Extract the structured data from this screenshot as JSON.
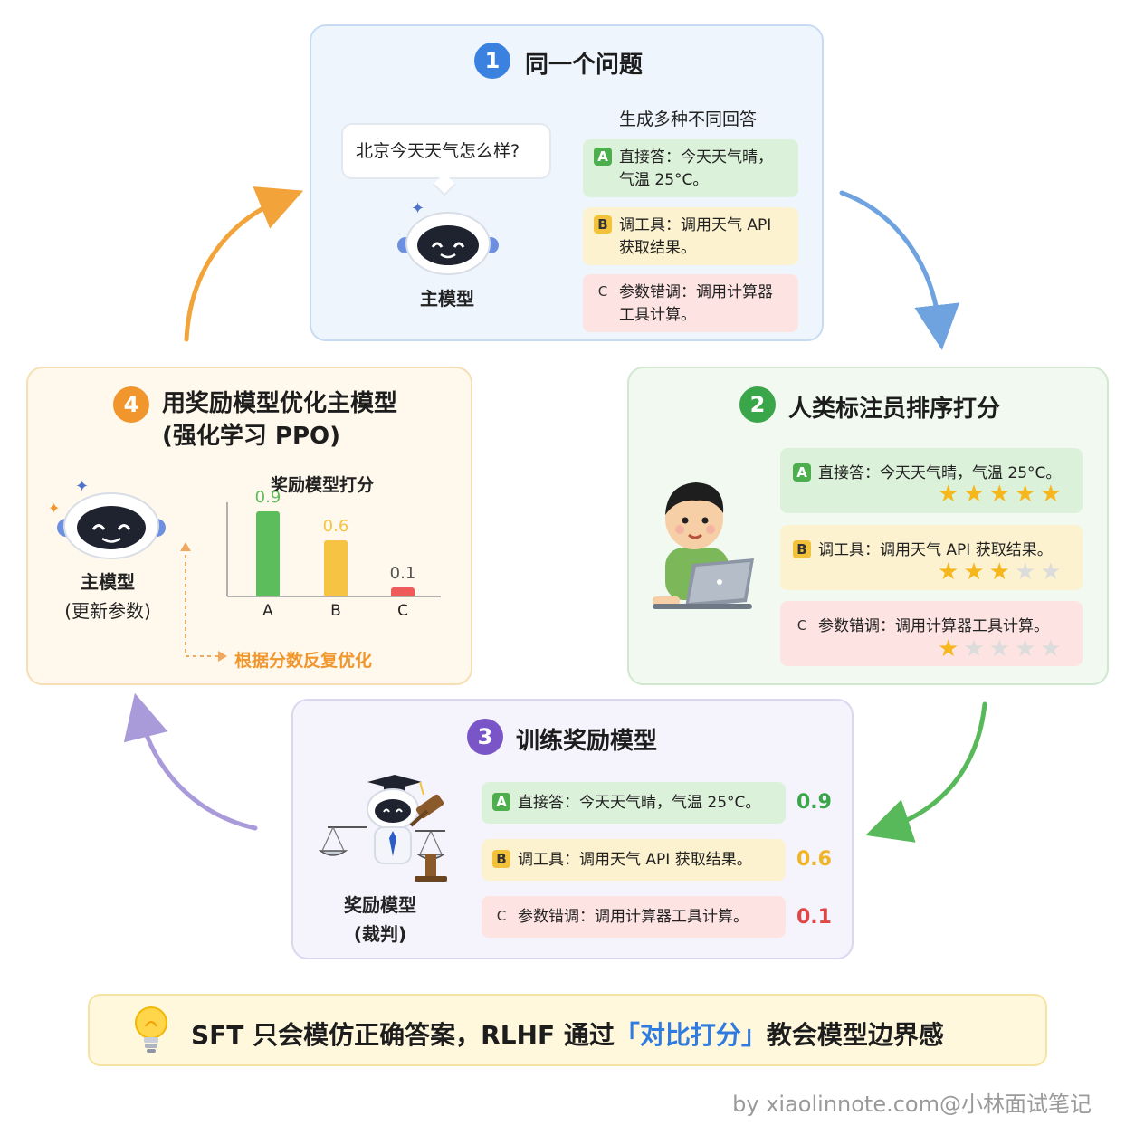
{
  "panel1": {
    "number": "1",
    "title": "同一个问题",
    "question": "北京今天天气怎么样?",
    "model_label": "主模型",
    "answers_heading": "生成多种不同回答",
    "answers": [
      {
        "tag": "A",
        "line1": "直接答：今天天气晴，",
        "line2": "气温 25°C。"
      },
      {
        "tag": "B",
        "line1": "调工具：调用天气 API",
        "line2": "获取结果。"
      },
      {
        "tag": "C",
        "line1": "参数错调：调用计算器",
        "line2": "工具计算。"
      }
    ]
  },
  "panel2": {
    "number": "2",
    "title": "人类标注员排序打分",
    "items": [
      {
        "tag": "A",
        "text": "直接答：今天天气晴，气温 25°C。",
        "stars": 5
      },
      {
        "tag": "B",
        "text": "调工具：调用天气 API 获取结果。",
        "stars": 3
      },
      {
        "tag": "C",
        "text": "参数错调：调用计算器工具计算。",
        "stars": 1
      }
    ],
    "star_total": 5
  },
  "panel3": {
    "number": "3",
    "title": "训练奖励模型",
    "model_label_line1": "奖励模型",
    "model_label_line2": "(裁判)",
    "items": [
      {
        "tag": "A",
        "text": "直接答：今天天气晴，气温 25°C。",
        "score": "0.9"
      },
      {
        "tag": "B",
        "text": "调工具：调用天气 API 获取结果。",
        "score": "0.6"
      },
      {
        "tag": "C",
        "text": "参数错调：调用计算器工具计算。",
        "score": "0.1"
      }
    ]
  },
  "panel4": {
    "number": "4",
    "title_line1": "用奖励模型优化主模型",
    "title_line2": "(强化学习 PPO)",
    "model_label_line1": "主模型",
    "model_label_line2": "(更新参数)",
    "feedback_text": "根据分数反复优化"
  },
  "chart_data": {
    "type": "bar",
    "title": "奖励模型打分",
    "categories": [
      "A",
      "B",
      "C"
    ],
    "values": [
      0.9,
      0.6,
      0.1
    ],
    "value_labels": [
      "0.9",
      "0.6",
      "0.1"
    ],
    "colors": [
      "#5bbd5b",
      "#f6c343",
      "#ef5b5b"
    ],
    "ylim": [
      0,
      1
    ]
  },
  "bottom": {
    "text_before": "SFT 只会模仿正确答案，RLHF 通过",
    "highlight": "「对比打分」",
    "text_after": "教会模型边界感"
  },
  "footer": "by xiaolinnote.com@小林面试笔记",
  "colors": {
    "panel1_accent": "#3b82e0",
    "panel2_accent": "#3aa64a",
    "panel3_accent": "#7a55c8",
    "panel4_accent": "#f0962c",
    "arrow_orange": "#f2a43a",
    "arrow_blue": "#6ea3df",
    "arrow_green": "#58b95a",
    "arrow_purple": "#a99bd9"
  }
}
